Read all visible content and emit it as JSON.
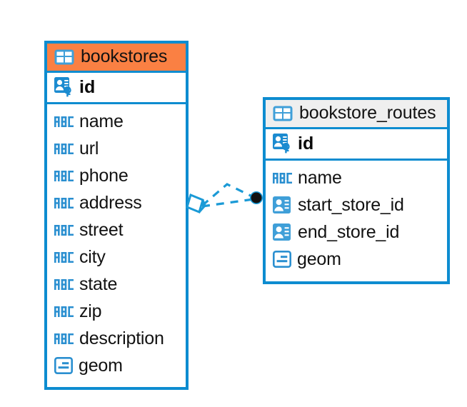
{
  "diagram": {
    "type": "entity-relationship-diagram",
    "background_color": "#ffffff",
    "accent_blue": "#0d8cd0",
    "accent_orange": "#fa8043",
    "header_gray": "#efefef"
  },
  "tables": [
    {
      "name": "bookstores",
      "header_color": "#fa8043",
      "table_icon": "table-icon",
      "primary_key": {
        "label": "id",
        "icon": "primary-key-icon"
      },
      "fields": [
        {
          "label": "name",
          "icon": "abc-text-icon"
        },
        {
          "label": "url",
          "icon": "abc-text-icon"
        },
        {
          "label": "phone",
          "icon": "abc-text-icon"
        },
        {
          "label": "address",
          "icon": "abc-text-icon"
        },
        {
          "label": "street",
          "icon": "abc-text-icon"
        },
        {
          "label": "city",
          "icon": "abc-text-icon"
        },
        {
          "label": "state",
          "icon": "abc-text-icon"
        },
        {
          "label": "zip",
          "icon": "abc-text-icon"
        },
        {
          "label": "description",
          "icon": "abc-text-icon"
        },
        {
          "label": "geom",
          "icon": "geometry-icon"
        }
      ]
    },
    {
      "name": "bookstore_routes",
      "header_color": "#efefef",
      "table_icon": "table-icon",
      "primary_key": {
        "label": "id",
        "icon": "primary-key-icon"
      },
      "fields": [
        {
          "label": "name",
          "icon": "abc-text-icon"
        },
        {
          "label": "start_store_id",
          "icon": "foreign-key-icon"
        },
        {
          "label": "end_store_id",
          "icon": "foreign-key-icon"
        },
        {
          "label": "geom",
          "icon": "geometry-icon"
        }
      ]
    }
  ],
  "relationship": {
    "from_table": "bookstores",
    "to_table": "bookstore_routes",
    "line_style": "dashed",
    "line_color": "#1b9ad6",
    "source_marker": "diamond-marker",
    "target_marker": "filled-circle-marker",
    "target_marker_color": "#111111",
    "branches": 2
  }
}
